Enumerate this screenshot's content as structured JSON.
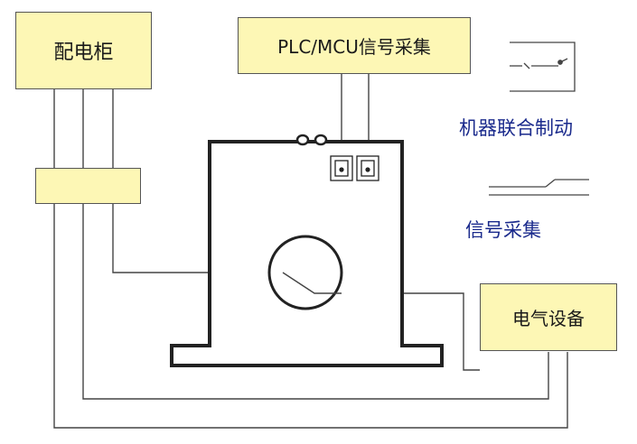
{
  "diagram": {
    "cabinet_label": "配电柜",
    "plc_label": "PLC/MCU信号采集",
    "equipment_label": "电气设备",
    "legend": {
      "interlock_label": "机器联合制动",
      "signal_label": "信号采集"
    }
  },
  "colors": {
    "box_fill": "#fdf7b5",
    "legend_text": "#1a2a8c",
    "line": "#444444"
  }
}
